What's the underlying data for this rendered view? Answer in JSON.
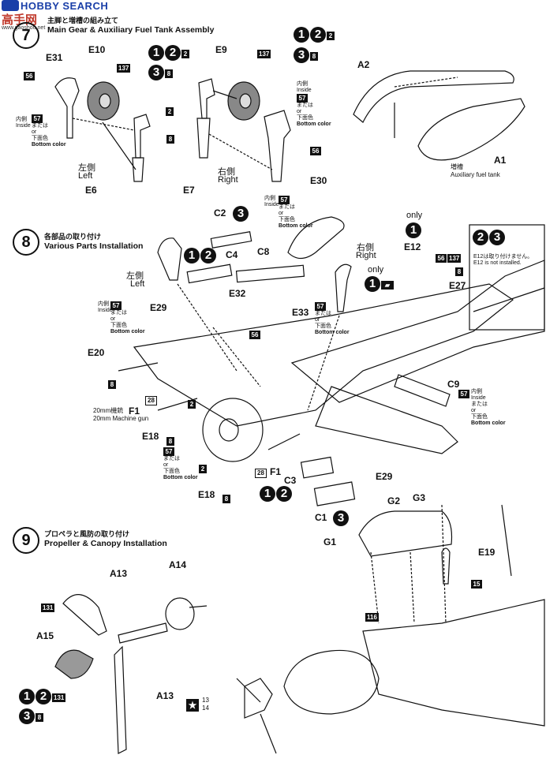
{
  "watermark": {
    "brand": "HOBBY SEARCH",
    "cn": "高手网",
    "url": "www.gaoshou.net"
  },
  "step7": {
    "number": "7",
    "title_jp": "主脚と増槽の組み立て",
    "title_en": "Main Gear & Auxiliary Fuel Tank Assembly",
    "labels": {
      "E31": "E31",
      "E10": "E10",
      "E9": "E9",
      "E30": "E30",
      "E6": "E6",
      "E7": "E7",
      "A1": "A1",
      "A2": "A2",
      "left_jp": "左側",
      "left_en": "Left",
      "right_jp": "右側",
      "right_en": "Right",
      "tank_jp": "増槽",
      "tank_en": "Auxiliary fuel tank",
      "c56": "56",
      "c137": "137",
      "c2": "2",
      "c8": "8",
      "c57": "57",
      "inside_jp": "内側",
      "inside_en": "Inside",
      "mataha": "または",
      "or": "or",
      "bottom_jp": "下面色",
      "bottom_en": "Bottom color",
      "v1": "1",
      "v2": "2",
      "v3": "3"
    }
  },
  "step8": {
    "number": "8",
    "title_jp": "各部品の取り付け",
    "title_en": "Various Parts Installation",
    "labels": {
      "C2": "C2",
      "C4": "C4",
      "C8": "C8",
      "C3": "C3",
      "C1": "C1",
      "C9": "C9",
      "E12": "E12",
      "E27": "E27",
      "E29": "E29",
      "E29b": "E29",
      "E32": "E32",
      "E33": "E33",
      "E20": "E20",
      "F1": "F1",
      "F1b": "F1",
      "E18": "E18",
      "E18b": "E18",
      "only": "only",
      "only2": "only",
      "gun_jp": "20mm機銃",
      "gun_en": "20mm Machine gun",
      "e12_note_jp": "E12は取り付けません。",
      "e12_note_en": "E12 is not installed.",
      "c28": "28",
      "c28b": "28",
      "c2": "2",
      "c2b": "2",
      "c8": "8",
      "c8b": "8",
      "c8c": "8",
      "c57": "57",
      "c56": "56",
      "c56b": "56",
      "c137": "137"
    }
  },
  "step9": {
    "number": "9",
    "title_jp": "プロペラと風防の取り付け",
    "title_en": "Propeller & Canopy Installation",
    "labels": {
      "A13": "A13",
      "A13b": "A13",
      "A14": "A14",
      "A15": "A15",
      "G1": "G1",
      "G2": "G2",
      "G3": "G3",
      "E19": "E19",
      "c131": "131",
      "c131b": "131",
      "c116": "116",
      "c15": "15",
      "c8": "8",
      "c13": "13",
      "c14": "14"
    }
  }
}
